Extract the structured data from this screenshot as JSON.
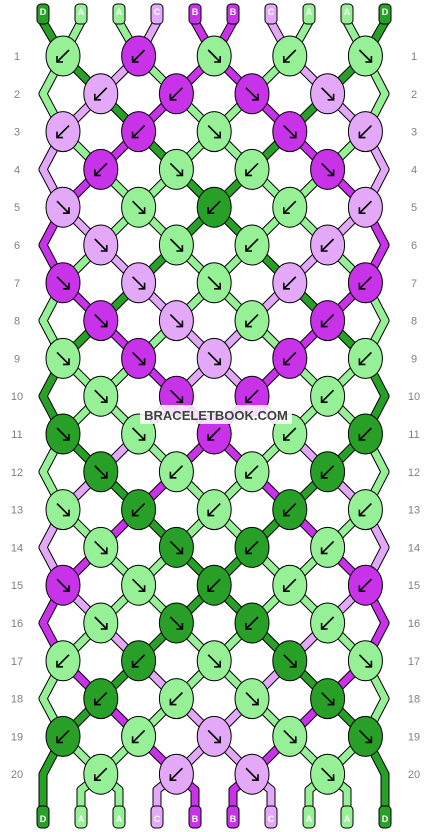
{
  "watermark": "BRACELETBOOK.COM",
  "colors": {
    "A": "#96f096",
    "B": "#c832e8",
    "C": "#e4a8f8",
    "D": "#28a028"
  },
  "strings_top": [
    "D",
    "A",
    "A",
    "C",
    "B",
    "B",
    "C",
    "A",
    "A",
    "D"
  ],
  "strings_bottom": [
    "D",
    "A",
    "A",
    "C",
    "B",
    "B",
    "C",
    "A",
    "A",
    "D"
  ],
  "row_numbers": [
    "1",
    "2",
    "3",
    "4",
    "5",
    "6",
    "7",
    "8",
    "9",
    "10",
    "11",
    "12",
    "13",
    "14",
    "15",
    "16",
    "17",
    "18",
    "19",
    "20"
  ],
  "knots": [
    [
      {
        "c": "A",
        "d": "L"
      },
      {
        "c": "B",
        "d": "L"
      },
      {
        "c": "A",
        "d": "R"
      },
      {
        "c": "A",
        "d": "L"
      },
      {
        "c": "A",
        "d": "R"
      }
    ],
    [
      {
        "c": "C",
        "d": "L"
      },
      {
        "c": "B",
        "d": "L"
      },
      {
        "c": "B",
        "d": "R"
      },
      {
        "c": "C",
        "d": "R"
      }
    ],
    [
      {
        "c": "C",
        "d": "L"
      },
      {
        "c": "B",
        "d": "L"
      },
      {
        "c": "A",
        "d": "R"
      },
      {
        "c": "B",
        "d": "R"
      },
      {
        "c": "C",
        "d": "L"
      }
    ],
    [
      {
        "c": "B",
        "d": "L"
      },
      {
        "c": "A",
        "d": "R"
      },
      {
        "c": "A",
        "d": "L"
      },
      {
        "c": "B",
        "d": "R"
      }
    ],
    [
      {
        "c": "C",
        "d": "R"
      },
      {
        "c": "A",
        "d": "R"
      },
      {
        "c": "D",
        "d": "L"
      },
      {
        "c": "A",
        "d": "L"
      },
      {
        "c": "C",
        "d": "L"
      }
    ],
    [
      {
        "c": "C",
        "d": "R"
      },
      {
        "c": "A",
        "d": "R"
      },
      {
        "c": "A",
        "d": "L"
      },
      {
        "c": "C",
        "d": "L"
      }
    ],
    [
      {
        "c": "B",
        "d": "R"
      },
      {
        "c": "C",
        "d": "R"
      },
      {
        "c": "A",
        "d": "R"
      },
      {
        "c": "C",
        "d": "L"
      },
      {
        "c": "B",
        "d": "L"
      }
    ],
    [
      {
        "c": "B",
        "d": "R"
      },
      {
        "c": "C",
        "d": "R"
      },
      {
        "c": "A",
        "d": "L"
      },
      {
        "c": "B",
        "d": "L"
      }
    ],
    [
      {
        "c": "A",
        "d": "R"
      },
      {
        "c": "B",
        "d": "R"
      },
      {
        "c": "C",
        "d": "R"
      },
      {
        "c": "B",
        "d": "L"
      },
      {
        "c": "A",
        "d": "L"
      }
    ],
    [
      {
        "c": "A",
        "d": "R"
      },
      {
        "c": "B",
        "d": "R"
      },
      {
        "c": "B",
        "d": "L"
      },
      {
        "c": "A",
        "d": "L"
      }
    ],
    [
      {
        "c": "D",
        "d": "R"
      },
      {
        "c": "A",
        "d": "R"
      },
      {
        "c": "B",
        "d": "L"
      },
      {
        "c": "A",
        "d": "L"
      },
      {
        "c": "D",
        "d": "L"
      }
    ],
    [
      {
        "c": "D",
        "d": "R"
      },
      {
        "c": "A",
        "d": "L"
      },
      {
        "c": "A",
        "d": "L"
      },
      {
        "c": "D",
        "d": "L"
      }
    ],
    [
      {
        "c": "A",
        "d": "R"
      },
      {
        "c": "D",
        "d": "L"
      },
      {
        "c": "A",
        "d": "L"
      },
      {
        "c": "D",
        "d": "L"
      },
      {
        "c": "A",
        "d": "L"
      }
    ],
    [
      {
        "c": "A",
        "d": "R"
      },
      {
        "c": "D",
        "d": "R"
      },
      {
        "c": "D",
        "d": "L"
      },
      {
        "c": "A",
        "d": "L"
      }
    ],
    [
      {
        "c": "B",
        "d": "R"
      },
      {
        "c": "A",
        "d": "R"
      },
      {
        "c": "D",
        "d": "L"
      },
      {
        "c": "A",
        "d": "L"
      },
      {
        "c": "B",
        "d": "L"
      }
    ],
    [
      {
        "c": "A",
        "d": "R"
      },
      {
        "c": "D",
        "d": "R"
      },
      {
        "c": "D",
        "d": "L"
      },
      {
        "c": "A",
        "d": "L"
      }
    ],
    [
      {
        "c": "A",
        "d": "L"
      },
      {
        "c": "D",
        "d": "L"
      },
      {
        "c": "A",
        "d": "R"
      },
      {
        "c": "D",
        "d": "R"
      },
      {
        "c": "A",
        "d": "R"
      }
    ],
    [
      {
        "c": "D",
        "d": "L"
      },
      {
        "c": "A",
        "d": "L"
      },
      {
        "c": "A",
        "d": "R"
      },
      {
        "c": "D",
        "d": "R"
      }
    ],
    [
      {
        "c": "D",
        "d": "L"
      },
      {
        "c": "A",
        "d": "L"
      },
      {
        "c": "C",
        "d": "R"
      },
      {
        "c": "A",
        "d": "R"
      },
      {
        "c": "D",
        "d": "R"
      }
    ],
    [
      {
        "c": "A",
        "d": "L"
      },
      {
        "c": "C",
        "d": "L"
      },
      {
        "c": "C",
        "d": "R"
      },
      {
        "c": "A",
        "d": "R"
      }
    ]
  ]
}
